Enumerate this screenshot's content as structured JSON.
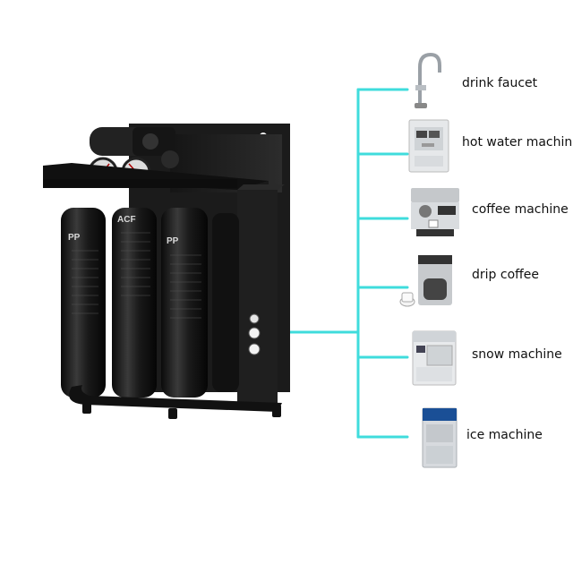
{
  "colors": {
    "connector_line": "#3fdcdc",
    "unit_body": "#1e1e1e",
    "background": "#ffffff"
  },
  "filter_unit": {
    "cartridges": [
      {
        "label": "PP"
      },
      {
        "label": "ACF"
      },
      {
        "label": "PP"
      }
    ]
  },
  "appliances": [
    {
      "label": "drink faucet",
      "icon": "faucet-icon"
    },
    {
      "label": "hot water machine",
      "icon": "hot-water-machine-icon"
    },
    {
      "label": "coffee machine",
      "icon": "espresso-machine-icon"
    },
    {
      "label": "drip coffee",
      "icon": "drip-coffee-maker-icon"
    },
    {
      "label": "snow machine",
      "icon": "snow-ice-machine-icon"
    },
    {
      "label": "ice machine",
      "icon": "ice-machine-icon"
    }
  ]
}
